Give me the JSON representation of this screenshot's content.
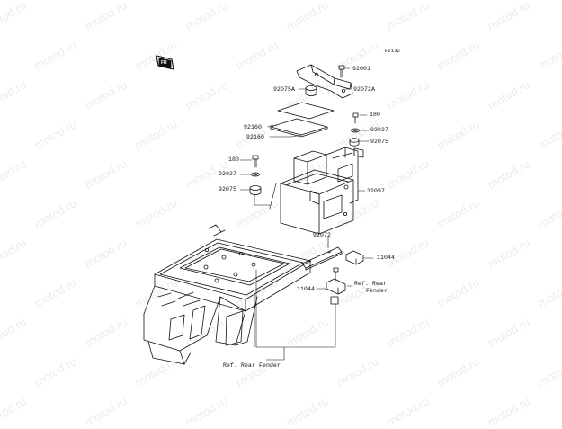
{
  "figure_code": "F2132",
  "watermark_text": "motod.ru",
  "part_labels": [
    {
      "id": "92001",
      "text": "92001"
    },
    {
      "id": "92075A",
      "text": "92075A"
    },
    {
      "id": "92072A",
      "text": "92072A"
    },
    {
      "id": "180-top",
      "text": "180"
    },
    {
      "id": "92160-a",
      "text": "92160"
    },
    {
      "id": "92160-b",
      "text": "92160"
    },
    {
      "id": "92027-right",
      "text": "92027"
    },
    {
      "id": "92075-right",
      "text": "92075"
    },
    {
      "id": "180-left",
      "text": "180"
    },
    {
      "id": "92027-left",
      "text": "92027"
    },
    {
      "id": "92075-left",
      "text": "92075"
    },
    {
      "id": "32097",
      "text": "32097"
    },
    {
      "id": "92072",
      "text": "92072"
    },
    {
      "id": "11044-right",
      "text": "11044"
    },
    {
      "id": "11044-left",
      "text": "11044"
    }
  ],
  "reference_labels": {
    "rear_fender_right_line1": "Ref. Rear",
    "rear_fender_right_line2": "Fender",
    "rear_fender_bottom": "Ref. Rear Fender"
  },
  "colors": {
    "ink": "#111111",
    "watermark": "#ececec",
    "background": "#ffffff"
  }
}
